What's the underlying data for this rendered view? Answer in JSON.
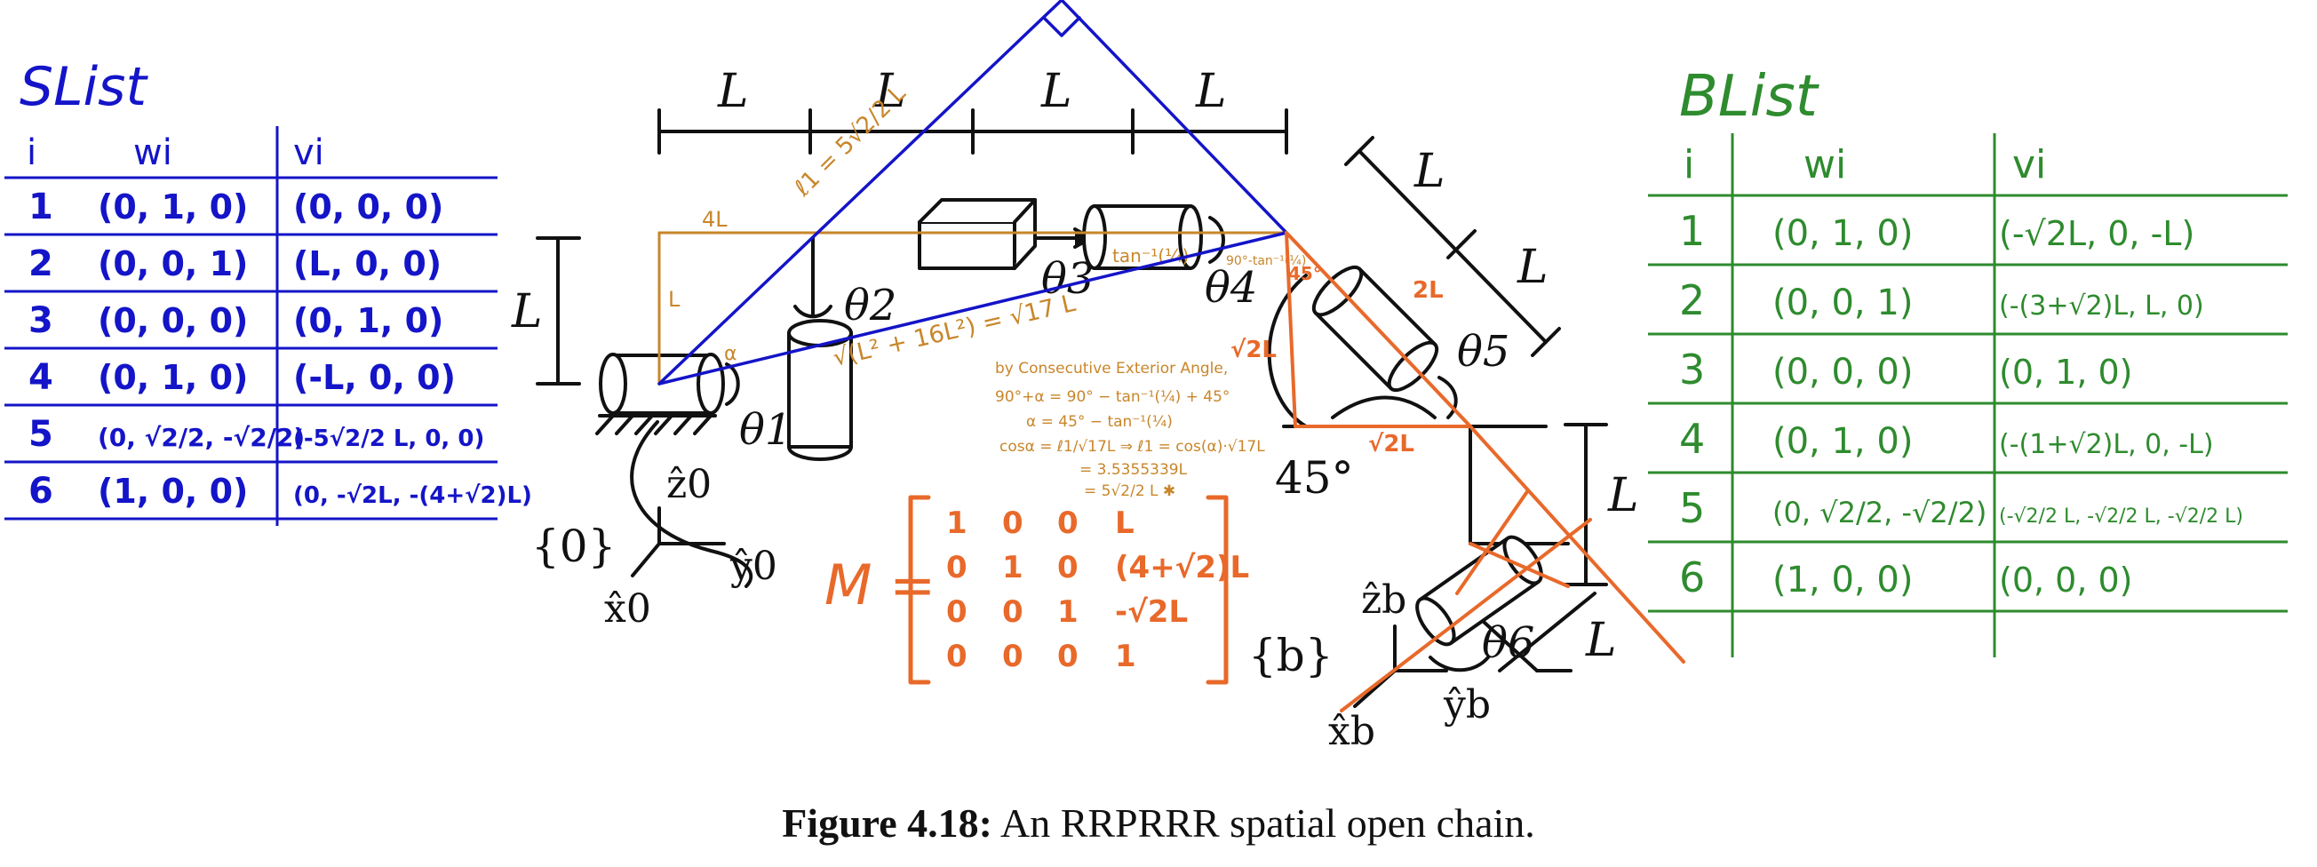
{
  "slist": {
    "title": "SList",
    "header": [
      "i",
      "wi",
      "vi"
    ],
    "rows": [
      [
        "1",
        "(0, 1, 0)",
        "(0, 0, 0)"
      ],
      [
        "2",
        "(0, 0, 1)",
        "(L, 0, 0)"
      ],
      [
        "3",
        "(0, 0, 0)",
        "(0, 1, 0)"
      ],
      [
        "4",
        "(0, 1, 0)",
        "(-L, 0, 0)"
      ],
      [
        "5",
        "(0, √2/2, -√2/2)",
        "(-5√2/2 L, 0, 0)"
      ],
      [
        "6",
        "(1, 0, 0)",
        "(0, -√2L, -(4+√2)L)"
      ]
    ],
    "color": "#1414c8"
  },
  "blist": {
    "title": "BList",
    "header": [
      "i",
      "wi",
      "vi"
    ],
    "rows": [
      [
        "1",
        "(0, 1, 0)",
        "(-√2L, 0, -L)"
      ],
      [
        "2",
        "(0, 0, 1)",
        "(-(3+√2)L, L, 0)"
      ],
      [
        "3",
        "(0, 0, 0)",
        "(0, 1, 0)"
      ],
      [
        "4",
        "(0, 1, 0)",
        "(-(1+√2)L, 0, -L)"
      ],
      [
        "5",
        "(0, √2/2, -√2/2)",
        "(-√2/2 L, -√2/2 L, -√2/2 L)"
      ],
      [
        "6",
        "(1, 0, 0)",
        "(0, 0, 0)"
      ]
    ],
    "color": "#2e8b2e"
  },
  "diagram": {
    "dim_label": "L",
    "joints": [
      "θ1",
      "θ2",
      "θ3",
      "θ4",
      "θ5",
      "θ6"
    ],
    "angle_label": "45°",
    "frame0": "{0}",
    "frameb": "{b}",
    "axes0": [
      "ẑ0",
      "ŷ0",
      "x̂0"
    ],
    "axesb": [
      "ẑb",
      "ŷb",
      "x̂b"
    ],
    "annotations": {
      "four_l": "4L",
      "l_vert": "L",
      "sqrt17": "√(L² + 16L²) = √17 L",
      "l1": "ℓ1 = 5√2/2 L",
      "tan": "tan⁻¹(¼)",
      "angle90": "90°-tan⁻¹(¼)",
      "two_l": "2L",
      "sqrt2l_a": "√2L",
      "sqrt2l_b": "√2L",
      "deg45": "45°",
      "alpha": "α",
      "note": [
        "by Consecutive Exterior Angle,",
        "90°+α = 90° − tan⁻¹(¼) + 45°",
        "α = 45° − tan⁻¹(¼)",
        "cosα = ℓ1/√17L ⇒ ℓ1 = cos(α)·√17L",
        "= 3.5355339L",
        "= 5√2/2 L ✱"
      ]
    },
    "matrix": {
      "label": "M =",
      "rows": [
        [
          "1",
          "0",
          "0",
          "L"
        ],
        [
          "0",
          "1",
          "0",
          "(4+√2)L"
        ],
        [
          "0",
          "0",
          "1",
          "-√2L"
        ],
        [
          "0",
          "0",
          "0",
          "1"
        ]
      ]
    },
    "colors": {
      "ink": "#111111",
      "blue": "#1414c8",
      "orange": "#e8692a",
      "brown": "#c8862a"
    }
  },
  "caption": {
    "label": "Figure 4.18:",
    "text": "An RRPRRR spatial open chain."
  }
}
